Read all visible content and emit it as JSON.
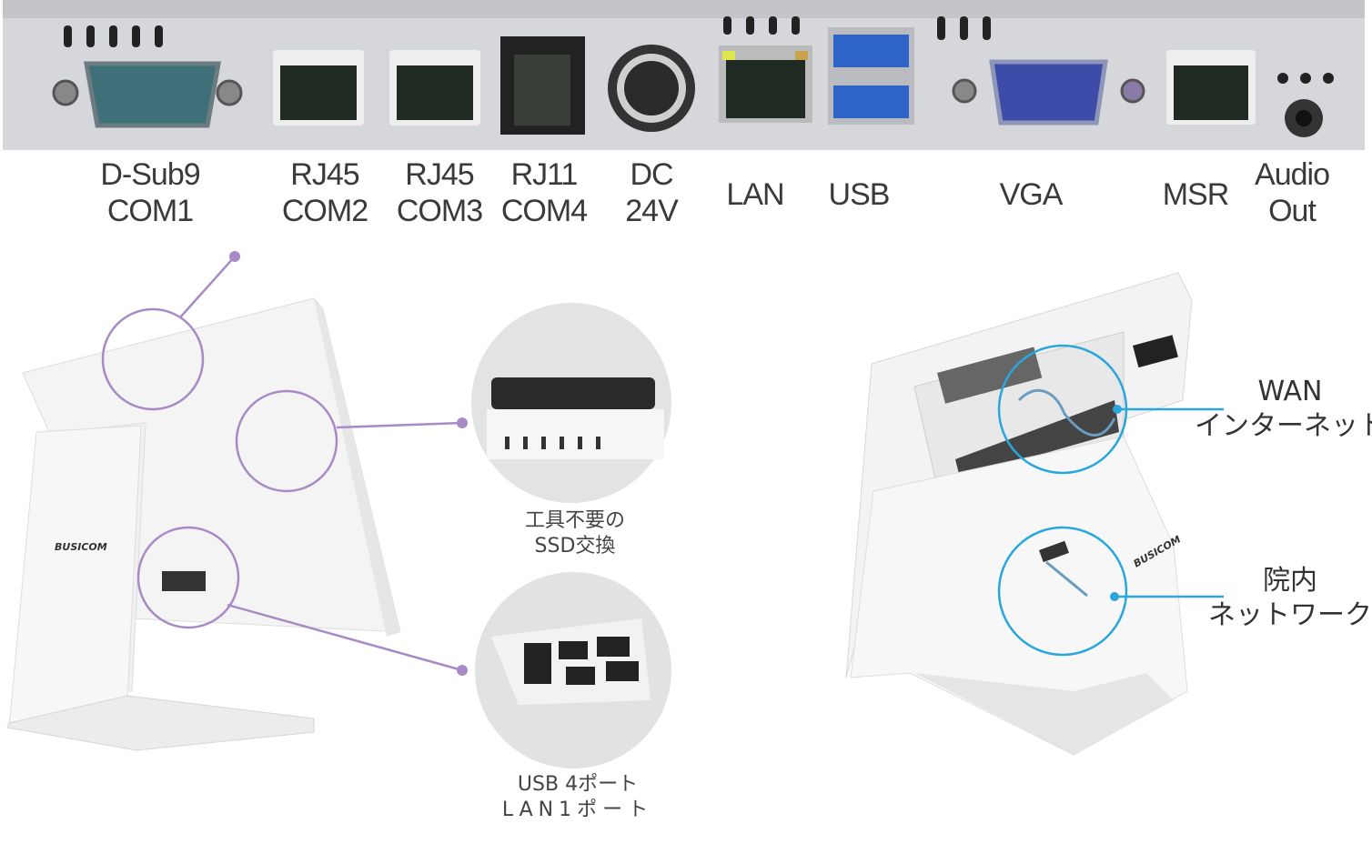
{
  "ports": [
    {
      "line1": "D-Sub9",
      "line2": "COM1"
    },
    {
      "line1": "RJ45",
      "line2": "COM2"
    },
    {
      "line1": "RJ45",
      "line2": "COM3"
    },
    {
      "line1": "RJ11",
      "line2": "COM4"
    },
    {
      "line1": "DC",
      "line2": "24V"
    },
    {
      "line1": "LAN",
      "line2": ""
    },
    {
      "line1": "USB",
      "line2": ""
    },
    {
      "line1": "VGA",
      "line2": ""
    },
    {
      "line1": "MSR",
      "line2": ""
    },
    {
      "line1": "Audio",
      "line2": "Out"
    }
  ],
  "left_callouts": {
    "ssd": {
      "line1": "工具不要の",
      "line2": "SSD交換"
    },
    "usb": {
      "line1": "USB 4ポート",
      "line2": "LAN1ポート"
    }
  },
  "right_callouts": {
    "wan": {
      "line1": "WAN",
      "line2": "インターネット"
    },
    "lan": {
      "line1": "院内",
      "line2": "ネットワーク"
    }
  },
  "brand": "BUSICOM",
  "colors": {
    "purple": "#a88bc6",
    "cyan": "#2aa6dc",
    "panel": "#d6d8dc"
  }
}
